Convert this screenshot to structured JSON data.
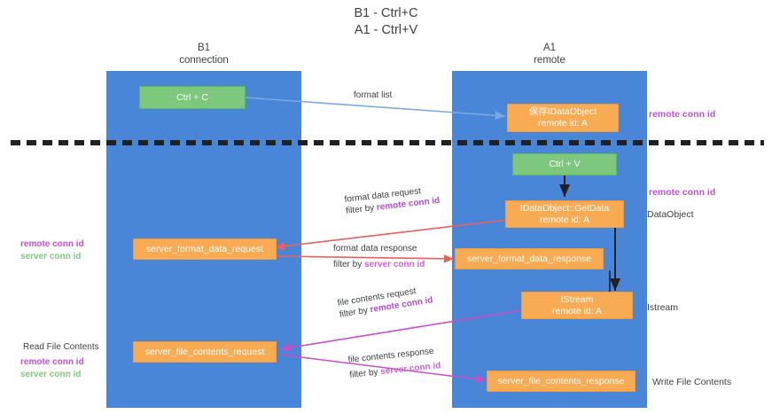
{
  "title": {
    "line1": "B1 - Ctrl+C",
    "line2": "A1 - Ctrl+V"
  },
  "columns": [
    {
      "id": "b1",
      "name": "B1",
      "role": "connection"
    },
    {
      "id": "a1",
      "name": "A1",
      "role": "remote"
    }
  ],
  "nodes": [
    {
      "id": "ctrl-c",
      "label1": "Ctrl + C",
      "label2": "",
      "color": "green"
    },
    {
      "id": "save-idataobject",
      "label1": "保存IDataObject",
      "label2": "remote id: A",
      "color": "orange"
    },
    {
      "id": "ctrl-v",
      "label1": "Ctrl + V",
      "label2": "",
      "color": "green"
    },
    {
      "id": "idataobject-getdata",
      "label1": "IDataObject::GetData",
      "label2": "remote id: A",
      "color": "orange"
    },
    {
      "id": "server-format-data-request",
      "label1": "server_format_data_request",
      "label2": "",
      "color": "orange"
    },
    {
      "id": "server-format-data-response",
      "label1": "server_format_data_response",
      "label2": "",
      "color": "orange"
    },
    {
      "id": "istream",
      "label1": "IStream",
      "label2": "remote id: A",
      "color": "orange"
    },
    {
      "id": "server-file-contents-request",
      "label1": "server_file_contents_request",
      "label2": "",
      "color": "orange"
    },
    {
      "id": "server-file-contents-response",
      "label1": "server_file_contents_response",
      "label2": "",
      "color": "orange"
    }
  ],
  "edge_labels": {
    "format_list": "format list",
    "format_data_request": "format data request",
    "format_data_request_filter_prefix": "filter by ",
    "format_data_request_filter_key": "remote conn id",
    "format_data_response": "format data response",
    "format_data_response_filter_prefix": "filter by ",
    "format_data_response_filter_key": "server conn id",
    "file_contents_request": "file contents request",
    "file_contents_request_filter_prefix": "filter by ",
    "file_contents_request_filter_key": "remote conn id",
    "file_contents_response": "file contents response",
    "file_contents_response_filter_prefix": "filter by ",
    "file_contents_response_filter_key": "server conn id"
  },
  "left_annotations": {
    "mid_remote": "remote conn id",
    "mid_server": "server conn id",
    "read_file_contents": "Read File Contents",
    "bottom_remote": "remote conn id",
    "bottom_server": "server conn id"
  },
  "right_annotations": {
    "remote_conn_id_top": "remote conn id",
    "remote_conn_id_mid": "remote conn id",
    "dataobject": "DataObject",
    "istream": "Istream",
    "write_file_contents": "Write File Contents"
  },
  "colors": {
    "lane": "#4a86d8",
    "green_node": "#7ec87e",
    "orange_node": "#f9ab53",
    "arrow_blue": "#7aa9dd",
    "arrow_red": "#e8605a",
    "arrow_magenta": "#c84dc8",
    "arrow_black": "#202124",
    "divider": "#202124",
    "accent_remote": "#c24fd8",
    "accent_server": "#7ec87e"
  }
}
